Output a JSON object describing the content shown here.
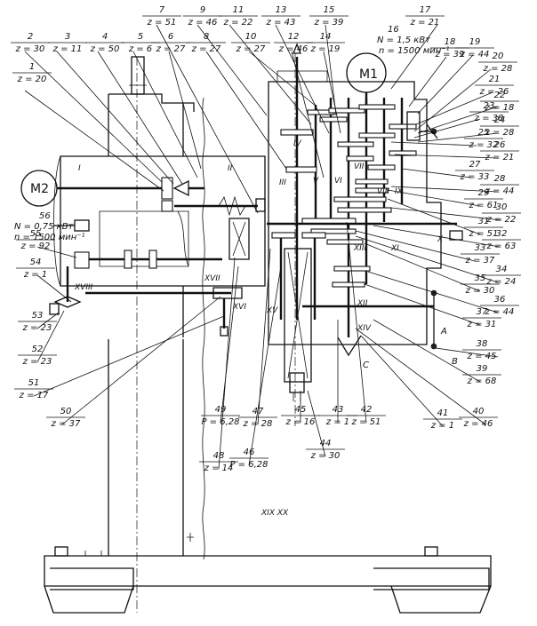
{
  "callouts": [
    {
      "num": "1",
      "val": "z = 20"
    },
    {
      "num": "2",
      "val": "z = 30"
    },
    {
      "num": "3",
      "val": "z = 11"
    },
    {
      "num": "4",
      "val": "z = 50"
    },
    {
      "num": "5",
      "val": "z = 6"
    },
    {
      "num": "6",
      "val": "z = 27"
    },
    {
      "num": "7",
      "val": "z = 51"
    },
    {
      "num": "9",
      "val": "z = 46"
    },
    {
      "num": "8",
      "val": "z = 27"
    },
    {
      "num": "11",
      "val": "z = 22"
    },
    {
      "num": "10",
      "val": "z = 27"
    },
    {
      "num": "13",
      "val": "z = 43"
    },
    {
      "num": "12",
      "val": "z = 46"
    },
    {
      "num": "15",
      "val": "z = 39"
    },
    {
      "num": "14",
      "val": "z = 19"
    },
    {
      "num": "17",
      "val": "z = 21"
    },
    {
      "num": "18",
      "val": "z = 39"
    },
    {
      "num": "19",
      "val": "z = 44"
    },
    {
      "num": "20",
      "val": "z = 28"
    },
    {
      "num": "21",
      "val": "z = 26"
    },
    {
      "num": "22",
      "val": "z = 18"
    },
    {
      "num": "23",
      "val": "z = 38"
    },
    {
      "num": "24",
      "val": "z = 28"
    },
    {
      "num": "25",
      "val": "z = 32"
    },
    {
      "num": "26",
      "val": "z = 21"
    },
    {
      "num": "27",
      "val": "z = 33"
    },
    {
      "num": "28",
      "val": "z = 44"
    },
    {
      "num": "29",
      "val": "z = 61"
    },
    {
      "num": "30",
      "val": "z = 22"
    },
    {
      "num": "31",
      "val": "z = 51"
    },
    {
      "num": "32",
      "val": "z = 63"
    },
    {
      "num": "33",
      "val": "z = 37"
    },
    {
      "num": "34",
      "val": "z = 24"
    },
    {
      "num": "35",
      "val": "z = 30"
    },
    {
      "num": "36",
      "val": "z = 44"
    },
    {
      "num": "37",
      "val": "z = 31"
    },
    {
      "num": "38",
      "val": "z = 45"
    },
    {
      "num": "39",
      "val": "z = 68"
    },
    {
      "num": "40",
      "val": "z = 46"
    },
    {
      "num": "41",
      "val": "z = 1"
    },
    {
      "num": "42",
      "val": "z = 51"
    },
    {
      "num": "43",
      "val": "z = 1"
    },
    {
      "num": "44",
      "val": "z = 30"
    },
    {
      "num": "45",
      "val": "z = 16"
    },
    {
      "num": "46",
      "val": "P = 6,28"
    },
    {
      "num": "47",
      "val": "z = 28"
    },
    {
      "num": "48",
      "val": "z = 14"
    },
    {
      "num": "49",
      "val": "P = 6,28"
    },
    {
      "num": "50",
      "val": "z = 37"
    },
    {
      "num": "51",
      "val": "z = 17"
    },
    {
      "num": "52",
      "val": "z = 23"
    },
    {
      "num": "53",
      "val": "z = 23"
    },
    {
      "num": "54",
      "val": "z = 1"
    },
    {
      "num": "55",
      "val": "z = 92"
    }
  ],
  "motor_m1": {
    "name": "M1",
    "num": "16",
    "power": "N = 1,5 кВт",
    "speed": "n = 1500 мин⁻¹"
  },
  "motor_m2": {
    "name": "M2",
    "num": "56",
    "power": "N = 0,75 кВт",
    "speed": "n = 1500 мин⁻¹"
  },
  "shafts": [
    "I",
    "II",
    "III",
    "IV",
    "V",
    "VI",
    "VII",
    "VIII",
    "IX",
    "X",
    "XI",
    "XII",
    "XIII",
    "XIV",
    "XV",
    "XVI",
    "XVII",
    "XVIII",
    "XIX XX"
  ],
  "points": [
    "A",
    "B",
    "C"
  ]
}
